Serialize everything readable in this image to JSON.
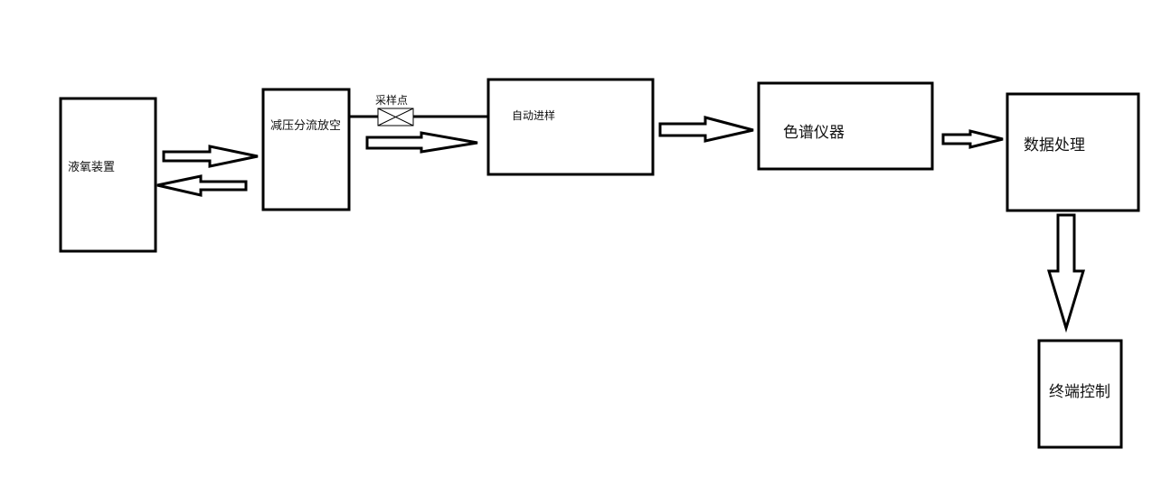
{
  "diagram": {
    "title": "",
    "nodes": [
      {
        "id": "liquid-oxygen",
        "label": "液氧装置"
      },
      {
        "id": "decompression",
        "label": "减压分流放空"
      },
      {
        "id": "auto-sampling",
        "label": "自动进样"
      },
      {
        "id": "chromatograph",
        "label": "色谱仪器"
      },
      {
        "id": "data-processing",
        "label": "数据处理"
      },
      {
        "id": "terminal-control",
        "label": "终端控制"
      }
    ],
    "sample_point": {
      "label": "采样点",
      "icon": "valve-x-icon"
    },
    "edges": [
      {
        "from": "liquid-oxygen",
        "to": "decompression",
        "style": "block-arrow"
      },
      {
        "from": "decompression",
        "to": "liquid-oxygen",
        "style": "block-arrow"
      },
      {
        "from": "decompression",
        "to": "auto-sampling",
        "style": "line-with-valve"
      },
      {
        "from": "decompression",
        "to": "auto-sampling",
        "style": "block-arrow"
      },
      {
        "from": "auto-sampling",
        "to": "chromatograph",
        "style": "block-arrow"
      },
      {
        "from": "chromatograph",
        "to": "data-processing",
        "style": "block-arrow"
      },
      {
        "from": "data-processing",
        "to": "terminal-control",
        "style": "block-arrow"
      }
    ],
    "colors": {
      "stroke": "#000000",
      "fill": "#ffffff",
      "text": "#111111"
    }
  }
}
